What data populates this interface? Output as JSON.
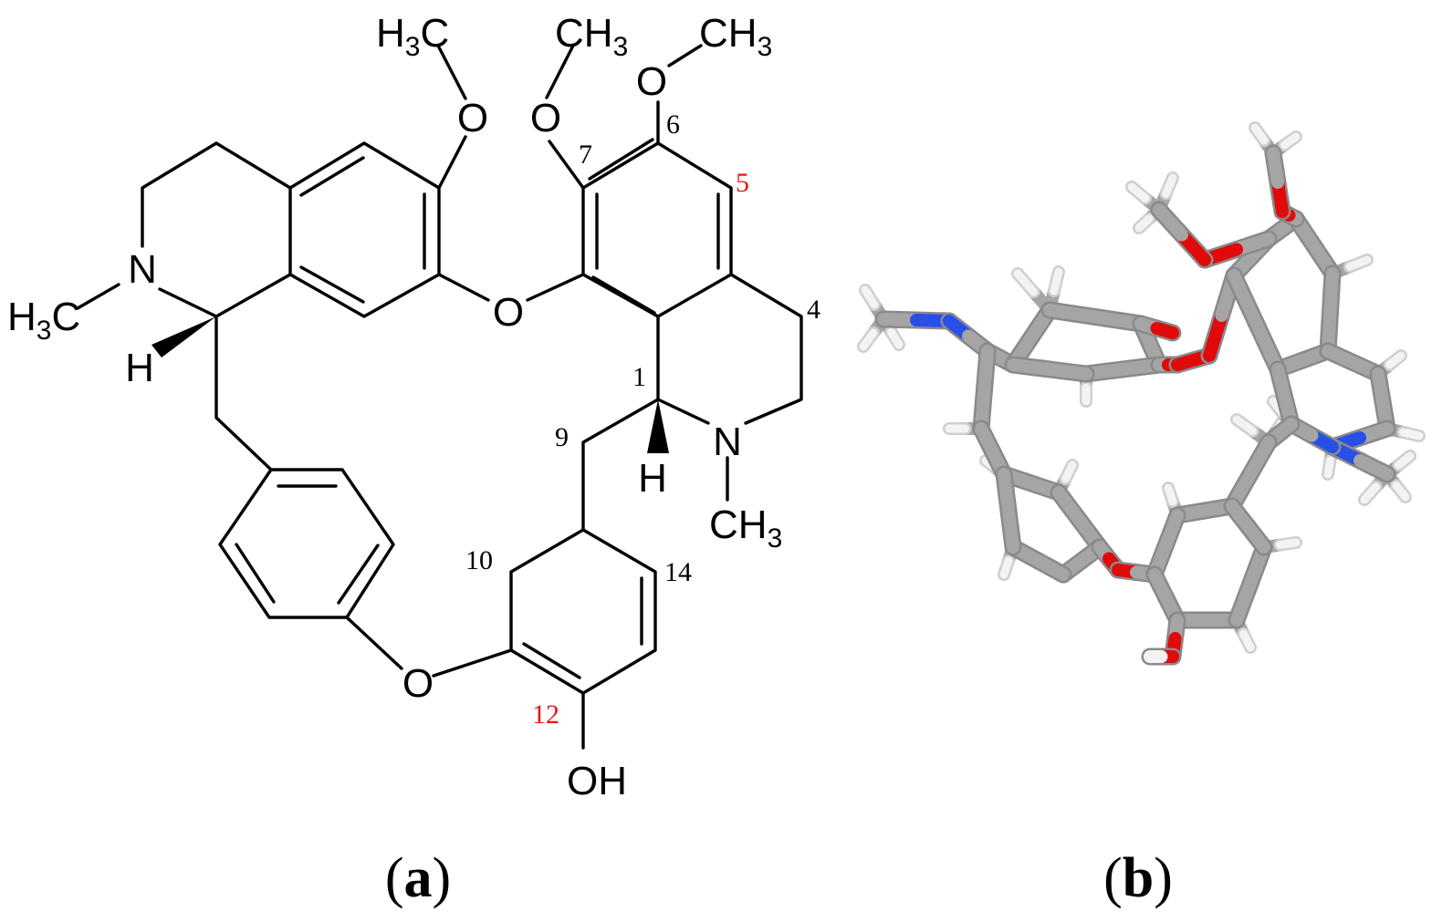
{
  "colors": {
    "highlight": "#e8141b",
    "carbon": "#a5a5a5",
    "oxygen": "#e00a0a",
    "nitrogen": "#2850e6",
    "hydrogen": "#f3f3f3"
  },
  "panel_a": {
    "caption_open": "(",
    "caption_letter": "a",
    "caption_close": ")",
    "atoms": {
      "methoxy_left_h": "H",
      "methoxy_left_3": "3",
      "methoxy_left_c": "C",
      "methoxy_mid_ch": "CH",
      "methoxy_mid_3": "3",
      "methoxy_right_ch": "CH",
      "methoxy_right_3": "3",
      "o_left_methoxy": "O",
      "o_mid_methoxy": "O",
      "o_right_methoxy": "O",
      "o_upper_ether": "O",
      "o_lower_ether": "O",
      "n_left": "N",
      "n_left_methyl_h": "H",
      "n_left_methyl_3": "3",
      "n_left_methyl_c": "C",
      "h_left": "H",
      "n_right": "N",
      "n_right_methyl_ch": "CH",
      "n_right_methyl_3": "3",
      "h_right": "H",
      "oh": "OH"
    },
    "locants": {
      "c1": "1",
      "c4": "4",
      "c5": "5",
      "c6": "6",
      "c7": "7",
      "c9": "9",
      "c10": "10",
      "c12": "12",
      "c14": "14"
    }
  },
  "panel_b": {
    "caption_open": "(",
    "caption_letter": "b",
    "caption_close": ")"
  }
}
